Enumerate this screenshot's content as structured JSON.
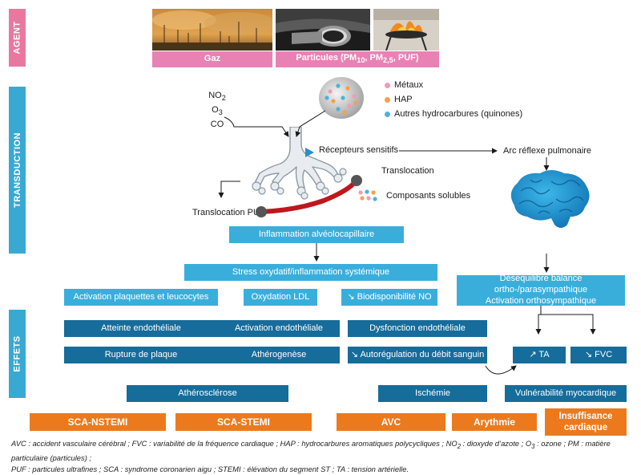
{
  "sections": {
    "agent": "AGENT",
    "transduction": "TRANSDUCTION",
    "effets": "EFFETS"
  },
  "agents": {
    "gas": "Gaz",
    "particles_html": "Particules (PM<sub>10</sub>, PM<sub>2,5</sub>, PUF)"
  },
  "gases": [
    "NO<sub>2</sub>",
    "O<sub>3</sub>",
    "CO"
  ],
  "particle_components": [
    "Métaux",
    "HAP",
    "Autres hydrocarbures (quinones)"
  ],
  "transduction": {
    "sensory_receptors": "Récepteurs sensitifs",
    "pulmonary_reflex": "Arc réflexe pulmonaire",
    "translocation": "Translocation",
    "soluble_components": "Composants solubles",
    "translocation_puf": "Translocation PUF",
    "inflammation": "Inflammation alvéolocapillaire",
    "oxidative_stress": "Stress oxydatif/inflammation systémique"
  },
  "effects": {
    "platelets": "Activation plaquettes et leucocytes",
    "ldl": "Oxydation LDL",
    "no_bio": "↘ Biodisponibilité NO",
    "autonomic_line1": "Déséquilibre balance ortho-/parasympathique",
    "autonomic_line2": "Activation orthosympathique",
    "endothelial_injury": "Atteinte endothéliale",
    "endothelial_activation": "Activation endothéliale",
    "endothelial_dysfunction": "Dysfonction endothéliale",
    "plaque_rupture": "Rupture de plaque",
    "atherogenesis": "Athérogenèse",
    "autoregulation": "↘ Autorégulation du débit sanguin",
    "ta": "↗ TA",
    "fvc": "↘ FVC",
    "atherosclerosis": "Athérosclérose",
    "ischemia": "Ischémie",
    "myocardial_vulnerability": "Vulnérabilité myocardique"
  },
  "outcomes": {
    "sca_nstemi": "SCA-NSTEMI",
    "sca_stemi": "SCA-STEMI",
    "avc": "AVC",
    "arrhythmia": "Arythmie",
    "heart_failure_line1": "Insuffisance",
    "heart_failure_line2": "cardiaque"
  },
  "footnote": {
    "line1_html": "AVC : accident vasculaire cérébral ; FVC : variabilité de la fréquence cardiaque ; HAP : hydrocarbures aromatiques polycycliques ; NO<sub>2</sub> : dioxyde d’azote ; O<sub>3</sub> : ozone ; PM : matière particulaire (particules) ;",
    "line2": "PUF : particules ultrafines ; SCA : syndrome coronarien aigu ; STEMI : élévation du segment ST ; TA : tension artérielle."
  },
  "colors": {
    "agent_pink": "#e8789e",
    "section_blue": "#38a9d3",
    "light_blue": "#3aaedb",
    "dark_blue": "#166c9a",
    "orange": "#ec7a1c",
    "vessel_red": "#c0161c",
    "metal_dot": "#f29ab8",
    "hap_dot": "#f2a24a",
    "hydrocarbon_dot": "#4bb3d9"
  }
}
